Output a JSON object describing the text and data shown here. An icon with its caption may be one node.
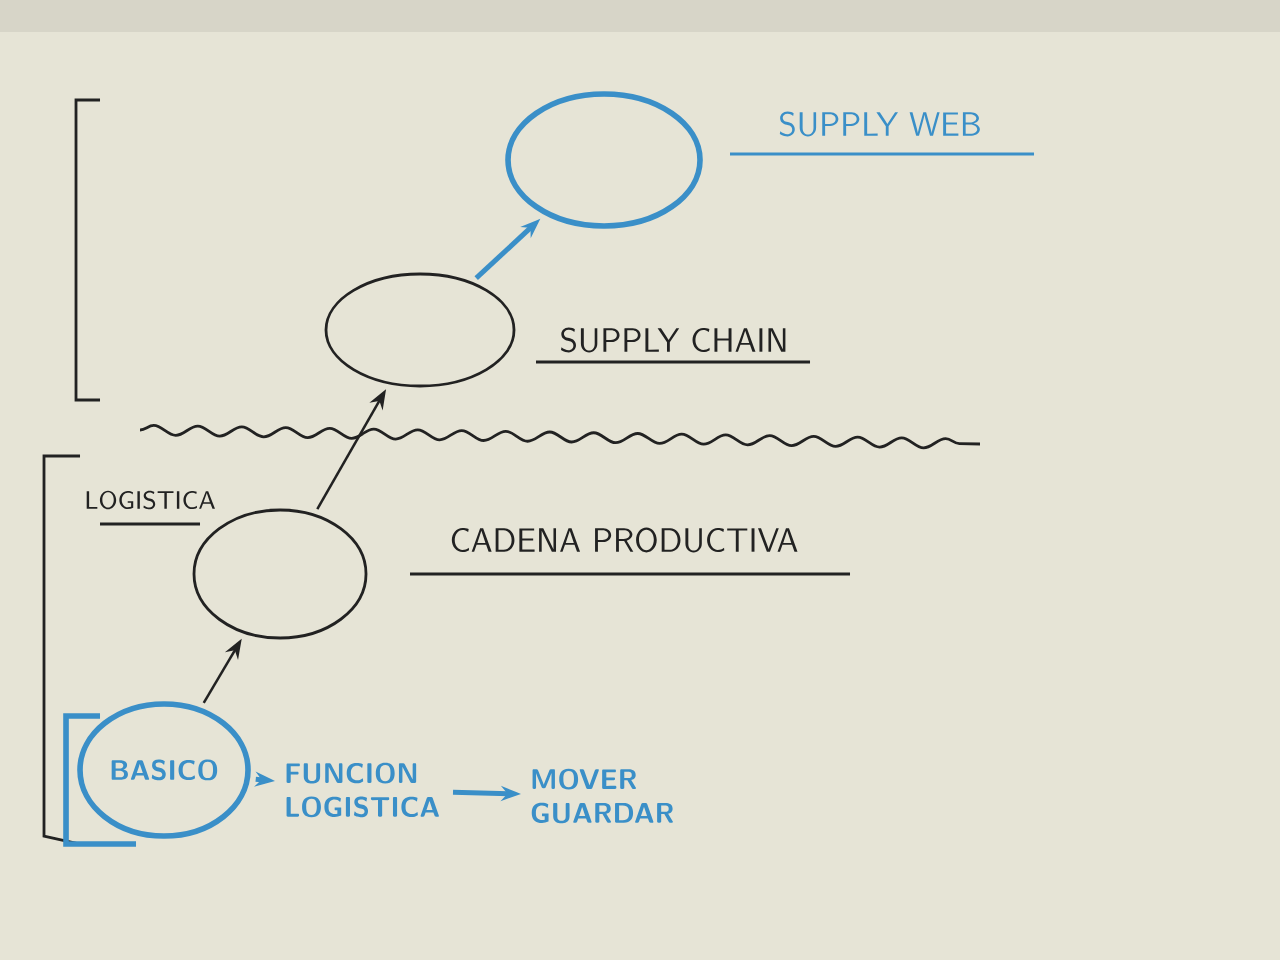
{
  "diagram": {
    "nodes": [
      {
        "text": [],
        "shape": "circle",
        "beside": [
          "SUPPLY WEB"
        ]
      },
      {
        "text": [],
        "shape": "circle",
        "beside": [
          "SUPPLY CHAIN"
        ]
      },
      {
        "text": [],
        "shape": "circle",
        "beside": [
          "CADENA PRODUCTIVA"
        ]
      },
      {
        "text": [
          "BASICO"
        ]
      },
      {
        "text": [
          "FUNCION LOGISTICA"
        ]
      },
      {
        "text": [
          "MOVER GUARDAR"
        ]
      }
    ],
    "edges": [
      {
        "from": 1,
        "to": 0,
        "arrow": "to"
      },
      {
        "from": 2,
        "to": 1,
        "arrow": "to",
        "color": "#222222"
      },
      {
        "from": 3,
        "to": 2,
        "arrow": "to",
        "color": "#222222"
      },
      {
        "from": 3,
        "to": 4,
        "arrow": "to"
      },
      {
        "from": 4,
        "to": 5,
        "arrow": "to"
      }
    ],
    "labels": [
      "LOGISTICA"
    ]
  }
}
